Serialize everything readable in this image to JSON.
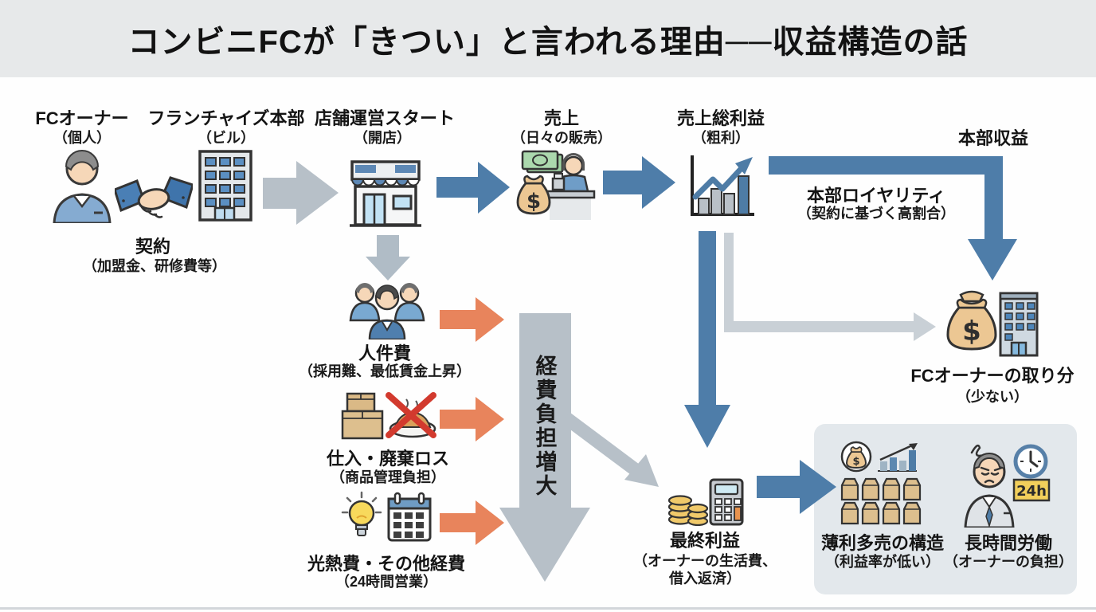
{
  "title": "コンビニFCが「きつい」と言われる理由──収益構造の話",
  "currency_symbol": "$",
  "colors": {
    "arrow_blue": "#4e7da9",
    "arrow_gray": "#b7c0c8",
    "arrow_light_gray": "#c9d0d6",
    "arrow_orange": "#e8845c",
    "title_band": "#e7e9ea",
    "panel_bg": "#e3e8ec",
    "text": "#141414"
  },
  "nodes": {
    "fc_owner": {
      "label": "FCオーナー",
      "sub": "（個人）",
      "icon": "person-icon"
    },
    "contract": {
      "label": "契約",
      "sub": "（加盟金、研修費等）",
      "icon": "handshake-icon"
    },
    "franchise_hq": {
      "label": "フランチャイズ本部",
      "sub": "（ビル）",
      "icon": "office-building-icon"
    },
    "store_start": {
      "label": "店舗運営スタート",
      "sub": "（開店）",
      "icon": "storefront-icon"
    },
    "sales": {
      "label": "売上",
      "sub": "（日々の販売）",
      "icon": "cash-register-icon"
    },
    "gross_profit": {
      "label": "売上総利益",
      "sub": "（粗利）",
      "icon": "growth-chart-icon"
    },
    "hq_revenue": {
      "label": "本部収益"
    },
    "royalty": {
      "label": "本部ロイヤリティ",
      "sub": "（契約に基づく高割合）"
    },
    "owner_share": {
      "label": "FCオーナーの取り分",
      "sub": "（少ない）",
      "icon": "money-bag-building-icon"
    },
    "labor_cost": {
      "label": "人件費",
      "sub": "（採用難、最低賃金上昇）",
      "icon": "staff-icon"
    },
    "purchase_waste": {
      "label": "仕入・廃棄ロス",
      "sub": "（商品管理負担）",
      "icon": "boxes-food-waste-icon"
    },
    "utility_cost": {
      "label": "光熱費・その他経費",
      "sub": "（24時間営業）",
      "icon": "bulb-calendar-icon"
    },
    "expense_burden": {
      "label": "経費負担増大"
    },
    "final_profit": {
      "label": "最終利益",
      "sub_line1": "（オーナーの生活費、",
      "sub_line2": "借入返済）",
      "icon": "coins-calculator-icon"
    },
    "thin_margin": {
      "label": "薄利多売の構造",
      "sub": "（利益率が低い）",
      "icon": "volume-sales-icon"
    },
    "long_hours": {
      "label": "長時間労働",
      "sub": "（オーナーの負担）",
      "icon": "tired-owner-clock-icon",
      "badge": "24h"
    }
  }
}
